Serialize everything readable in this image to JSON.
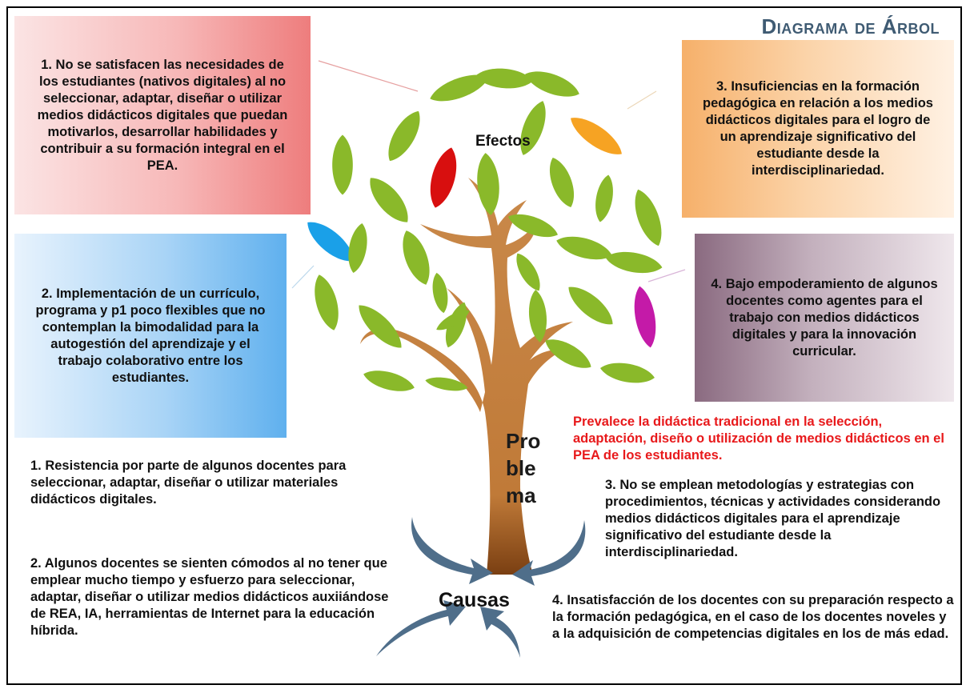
{
  "title": "Diagrama de Árbol",
  "tree": {
    "effects_label": "Efectos",
    "causes_label": "Causas",
    "problem_label_lines": [
      "Pro",
      "ble",
      "ma"
    ],
    "colors": {
      "leaf_green": "#8ab92a",
      "leaf_red": "#d80f0f",
      "leaf_orange": "#f6a323",
      "leaf_blue": "#1aa0e8",
      "leaf_magenta": "#c41aa8",
      "trunk": "#c47f3f",
      "arrow": "#4f6e8a"
    }
  },
  "effects": [
    "1. No se satisfacen las necesidades de los estudiantes (nativos digitales) al no seleccionar, adaptar, diseñar o utilizar medios didácticos digitales que puedan motivarlos, desarrollar habilidades y contribuir a su formación integral en el PEA.",
    "2. Implementación de un currículo, programa y p1 poco flexibles que no contemplan la bimodalidad para la autogestión del aprendizaje y el trabajo colaborativo entre los estudiantes.",
    "3. Insuficiencias en la formación pedagógica en relación a los medios didácticos digitales para el logro de un aprendizaje significativo del estudiante desde la interdisciplinariedad.",
    "4. Bajo empoderamiento de algunos docentes como agentes para el trabajo con medios didácticos digitales y para la innovación curricular."
  ],
  "problem_statement": "Prevalece la didáctica tradicional en la selección, adaptación, diseño o utilización de medios didácticos en el PEA de los estudiantes.",
  "causes": [
    "1. Resistencia por parte de algunos docentes para seleccionar, adaptar, diseñar o utilizar materiales didácticos digitales.",
    "2. Algunos docentes se sienten cómodos al no tener que emplear mucho tiempo y esfuerzo para seleccionar, adaptar, diseñar o utilizar medios didácticos auxiiándose de REA, IA, herramientas de Internet para la educación híbrida.",
    "3. No se emplean metodologías y estrategias con procedimientos, técnicas y actividades considerando medios didácticos digitales para el aprendizaje significativo del estudiante desde la interdisciplinariedad.",
    "4. Insatisfacción de los docentes con su preparación respecto a la formación pedagógica, en el caso de los docentes noveles y a la adquisición de competencias digitales en los de más edad."
  ]
}
